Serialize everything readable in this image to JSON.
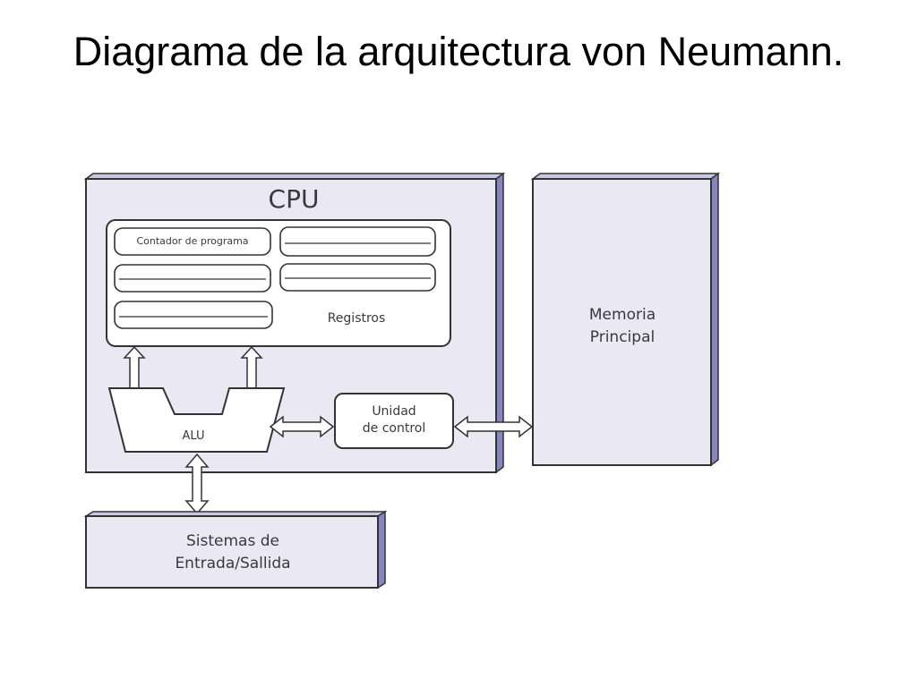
{
  "slide": {
    "title": "Diagrama de la arquitectura von Neumann."
  },
  "diagram": {
    "cpu_label": "CPU",
    "registers": {
      "program_counter": "Contador de programa",
      "caption": "Registros"
    },
    "alu_label": "ALU",
    "control_unit": {
      "line1": "Unidad",
      "line2": "de control"
    },
    "main_memory": {
      "line1": "Memoria",
      "line2": "Principal"
    },
    "io_systems": {
      "line1": "Sistemas de",
      "line2": "Entrada/Sallida"
    }
  },
  "colors": {
    "box_fill": "#e9e8f3",
    "box_shadow": "#8784c2",
    "stroke": "#333333",
    "text": "#3a3a3a"
  }
}
